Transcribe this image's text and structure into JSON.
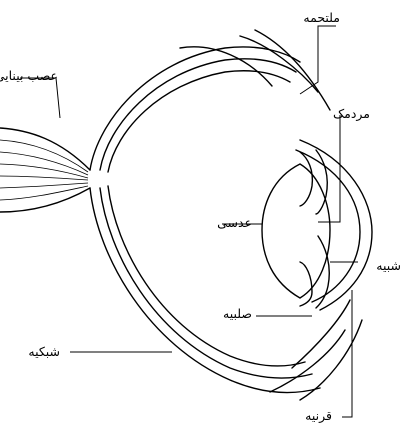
{
  "labels": {
    "conjunctiva": "ملتحمه",
    "optic_nerve": "عصب بینایی",
    "pupil": "مردمک",
    "lens": "عدسی",
    "iris_partial": "شبیه",
    "sclera": "صلبیه",
    "retina": "شبکیه",
    "cornea": "قرنیه"
  }
}
